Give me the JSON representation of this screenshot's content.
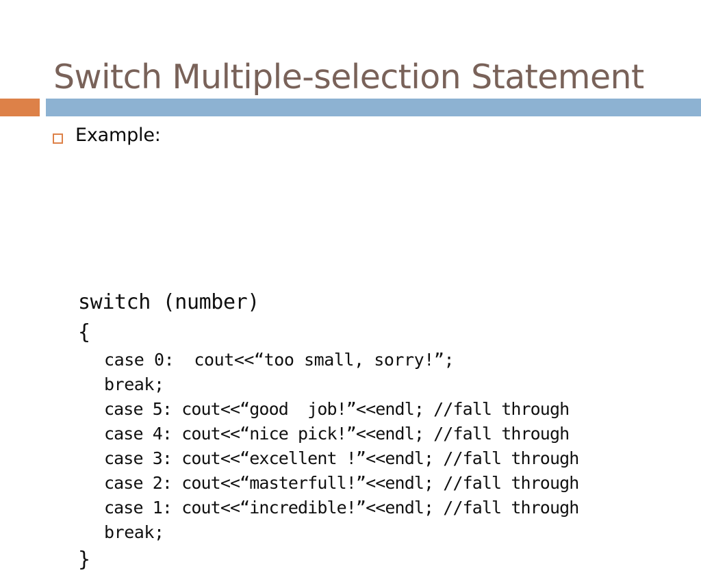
{
  "slide": {
    "title": "Switch Multiple-selection Statement",
    "colors": {
      "title_text": "#796259",
      "accent_orange": "#DD8148",
      "rule_blue": "#8DB2D2",
      "body_text": "#101010",
      "background": "#FFFFFF"
    }
  },
  "body": {
    "bullet": {
      "marker": "hollow-square",
      "label": "Example:"
    },
    "code": {
      "language": "cpp",
      "lines": [
        {
          "indent": 0,
          "text": "switch (number)"
        },
        {
          "indent": 0,
          "text": "{"
        },
        {
          "indent": 1,
          "text": "case 0:  cout<<“too small, sorry!”;"
        },
        {
          "indent": 1,
          "text": "break;"
        },
        {
          "indent": 1,
          "text": "case 5: cout<<“good  job!”<<endl; //fall through"
        },
        {
          "indent": 1,
          "text": "case 4: cout<<“nice pick!”<<endl; //fall through"
        },
        {
          "indent": 1,
          "text": "case 3: cout<<“excellent !”<<endl; //fall through"
        },
        {
          "indent": 1,
          "text": "case 2: cout<<“masterfull!”<<endl; //fall through"
        },
        {
          "indent": 1,
          "text": "case 1: cout<<“incredible!”<<endl; //fall through"
        },
        {
          "indent": 1,
          "text": "break;"
        },
        {
          "indent": 0,
          "text": "}"
        }
      ]
    }
  }
}
